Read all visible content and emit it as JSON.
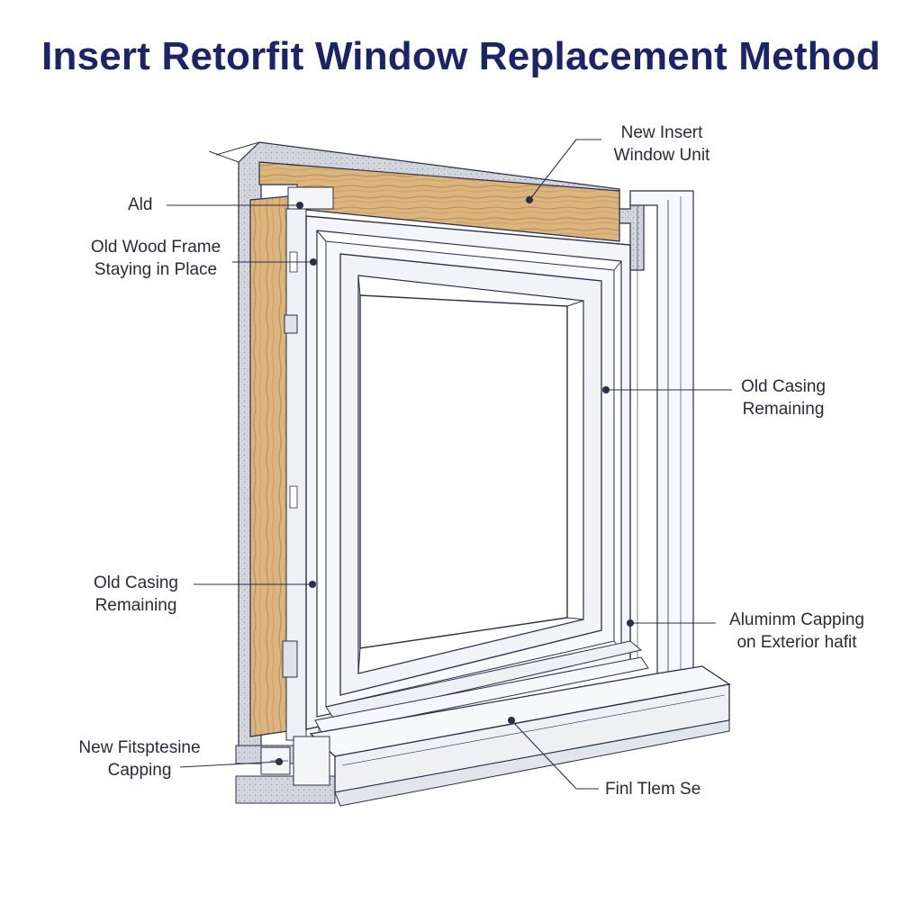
{
  "title": "Insert Retorfit Window Replacement Method",
  "labels": {
    "new_insert": [
      "New Insert",
      "Window Unit"
    ],
    "ald": "Ald",
    "old_wood_frame": [
      "Old Wood Frame",
      "Staying in Place"
    ],
    "old_casing_right": [
      "Old Casing",
      "Remaining"
    ],
    "old_casing_left": [
      "Old Casing",
      "Remaining"
    ],
    "aluminum_capping": [
      "Aluminm Capping",
      "on Exterior hafit"
    ],
    "new_fitspestine": [
      "New Fitsptesine",
      "Capping"
    ],
    "finl_trim": "Finl Tlem Se"
  },
  "colors": {
    "title": "#1b2466",
    "ink": "#2a2f4a",
    "wood": "#d9b07a",
    "wood_grain": "#b8864f",
    "stucco": "#c9ccd4",
    "glass": "#ffffff",
    "frame": "#f4f5f8"
  }
}
